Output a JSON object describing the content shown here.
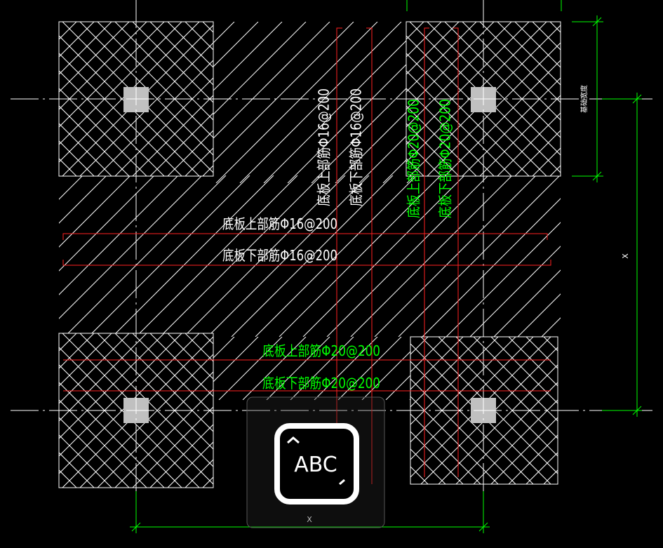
{
  "drawing": {
    "rebar_labels": {
      "white_h_top": "底板上部筋Φ16@200",
      "white_h_bottom": "底板下部筋Φ16@200",
      "white_v_top": "底板上部筋Φ16@200",
      "white_v_bottom": "底板下部筋Φ16@200",
      "green_h_top": "底板上部筋Φ20@200",
      "green_h_bottom": "底板下部筋Φ20@200",
      "green_v_top": "底板上部筋Φ20@200",
      "green_v_bottom": "底板下部筋Φ20@200"
    },
    "dimensions": {
      "right_small": "基础宽度",
      "right_large": "X",
      "bottom": "X"
    },
    "bottom_caption": "",
    "overlay": {
      "icon_text": "ABC"
    },
    "colors": {
      "background": "#000000",
      "hatch": "#ffffff",
      "axis": "#ffffff",
      "rebar_line": "#ff2020",
      "dimension": "#00ff00",
      "label_white": "#ffffff",
      "label_green": "#00ff00"
    }
  }
}
